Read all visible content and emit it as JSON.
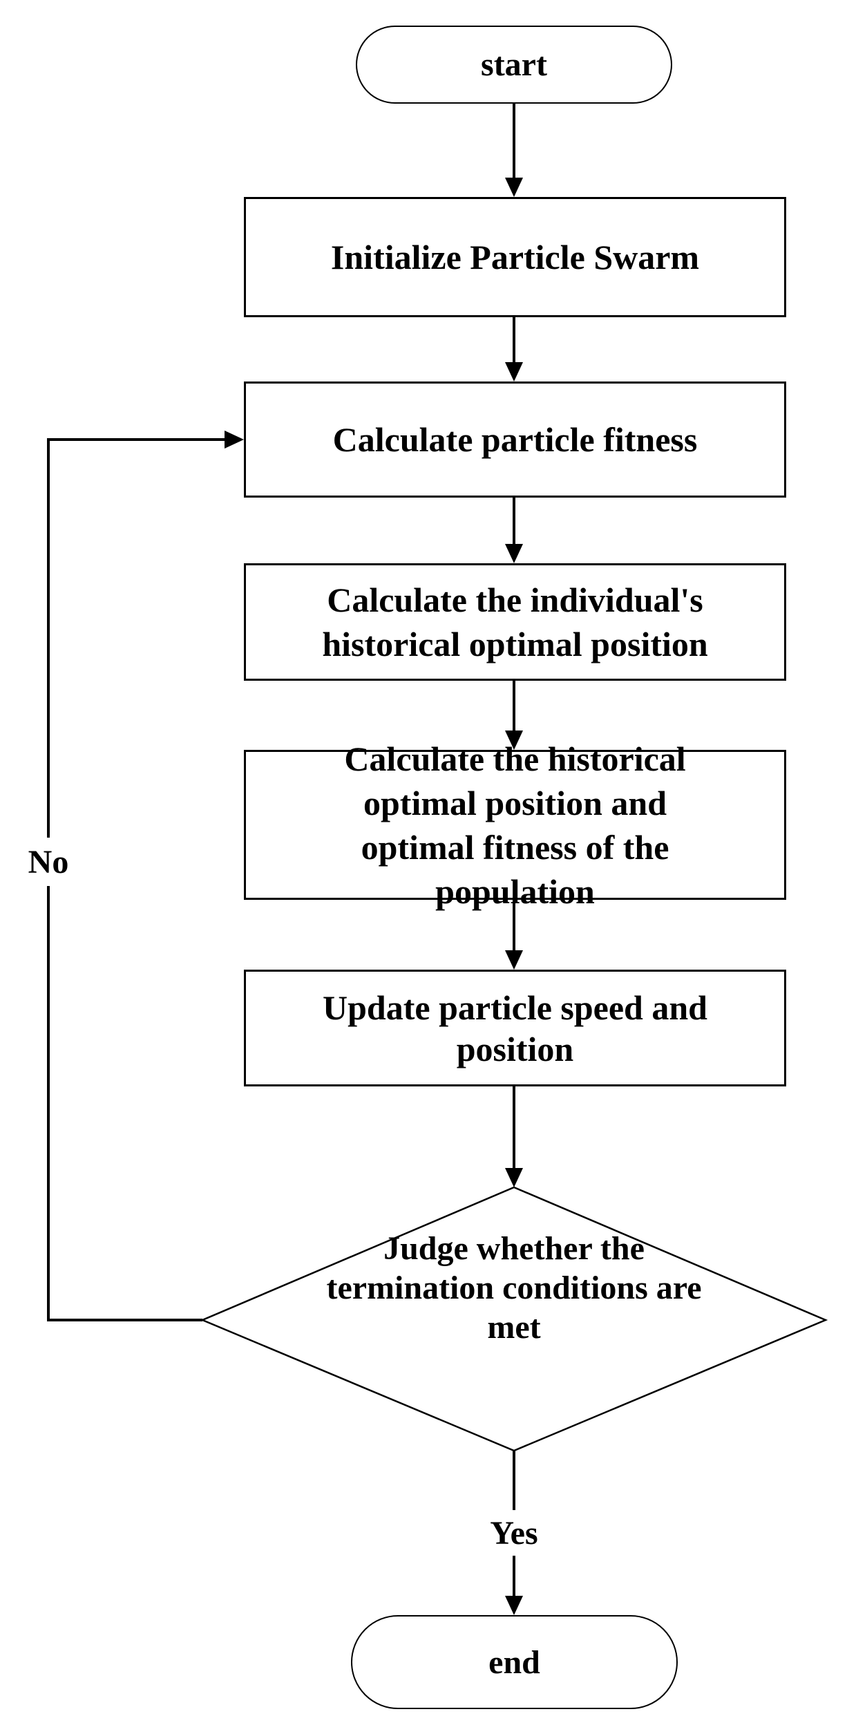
{
  "nodes": {
    "start": {
      "type": "terminator",
      "label": "start"
    },
    "initialize": {
      "type": "process",
      "label": "Initialize Particle Swarm"
    },
    "fitness": {
      "type": "process",
      "label": "Calculate particle fitness"
    },
    "individual": {
      "type": "process",
      "label": "Calculate the individual's\nhistorical optimal position"
    },
    "population": {
      "type": "process",
      "label": "Calculate the historical\noptimal position and\noptimal fitness of the\npopulation"
    },
    "update": {
      "type": "process",
      "label": "Update particle speed and\nposition"
    },
    "judge": {
      "type": "decision",
      "label": "Judge whether the\ntermination conditions are\nmet"
    },
    "end": {
      "type": "terminator",
      "label": "end"
    }
  },
  "edges": [
    {
      "from": "start",
      "to": "initialize"
    },
    {
      "from": "initialize",
      "to": "fitness"
    },
    {
      "from": "fitness",
      "to": "individual"
    },
    {
      "from": "individual",
      "to": "population"
    },
    {
      "from": "population",
      "to": "update"
    },
    {
      "from": "update",
      "to": "judge"
    },
    {
      "from": "judge",
      "to": "end",
      "label": "Yes"
    },
    {
      "from": "judge",
      "to": "fitness",
      "label": "No"
    }
  ],
  "colors": {
    "background": "#ffffff",
    "stroke": "#000000",
    "text": "#000000"
  }
}
